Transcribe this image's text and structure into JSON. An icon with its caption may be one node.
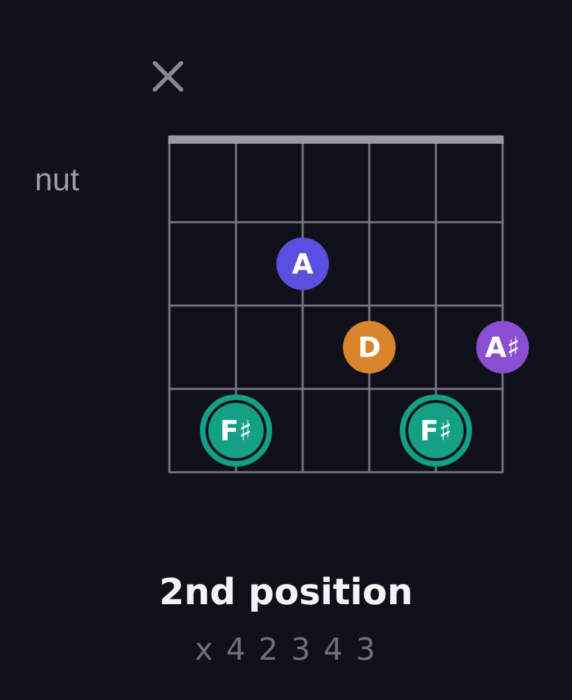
{
  "diagram": {
    "title": "2nd position",
    "caption": "x 4 2 3 4 3",
    "nodes": [
      {
        "text": [
          "A"
        ]
      },
      {
        "text": [
          "D"
        ]
      },
      {
        "text": [
          "A♯"
        ]
      },
      {
        "text": [
          "F♯"
        ]
      },
      {
        "text": [
          "F♯"
        ]
      }
    ],
    "labels": [
      "nut"
    ]
  }
}
